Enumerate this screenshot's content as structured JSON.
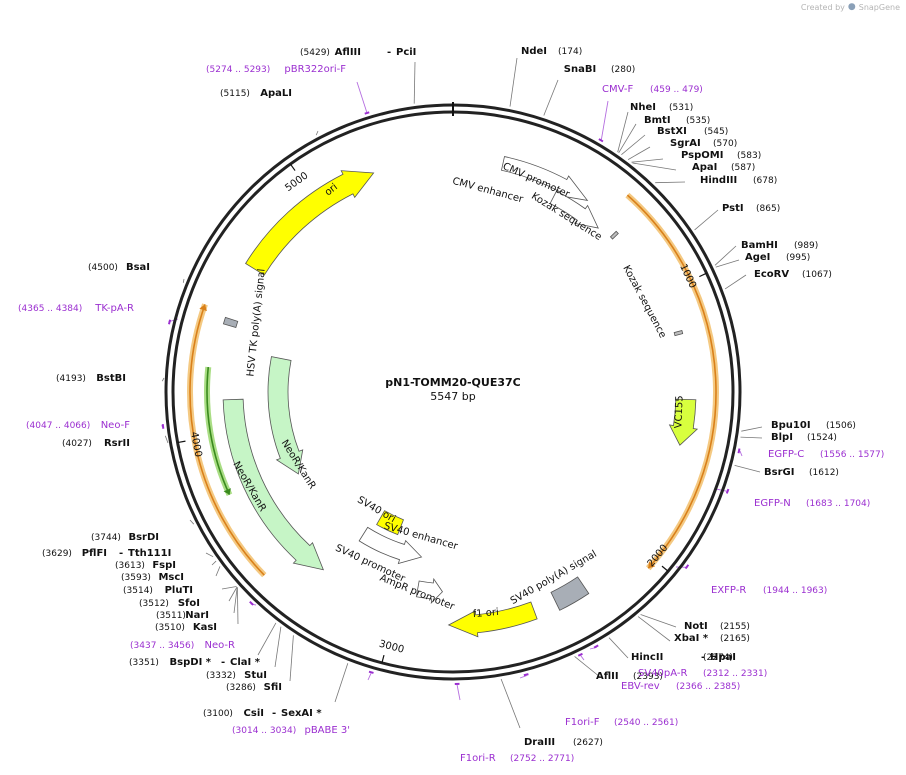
{
  "brand": {
    "created_by": "Created by",
    "name": "SnapGene"
  },
  "plasmid": {
    "name": "pN1-TOMM20-QUE37C",
    "size": "5547 bp"
  },
  "ticks": [
    "1000",
    "2000",
    "3000",
    "4000",
    "5000"
  ],
  "features": [
    {
      "name": "ori",
      "kind": "arrow",
      "color": "#ffff00",
      "start": 4650,
      "end": 5240,
      "strand": "+"
    },
    {
      "name": "CMV enhancer",
      "kind": "arrow",
      "color": "#ffffff",
      "start": 190,
      "end": 540,
      "strand": "+"
    },
    {
      "name": "CMV promoter",
      "kind": "arrow",
      "color": "#ffffff",
      "start": 420,
      "end": 640,
      "strand": "+"
    },
    {
      "name": "Kozak sequence",
      "kind": "box",
      "color": "#bdbdbd",
      "start": 700,
      "end": 712
    },
    {
      "name": "Kozak sequence",
      "kind": "box",
      "color": "#bdbdbd",
      "start": 1155,
      "end": 1167
    },
    {
      "name": "VC155",
      "kind": "arrow",
      "color": "#d8ff3e",
      "start": 1415,
      "end": 1590,
      "strand": "+"
    },
    {
      "name": "SV40 poly(A) signal",
      "kind": "box",
      "color": "#a8aeb6",
      "start": 2250,
      "end": 2372
    },
    {
      "name": "f1 ori",
      "kind": "arrow",
      "color": "#ffff00",
      "start": 2460,
      "end": 2790,
      "strand": "+"
    },
    {
      "name": "AmpR promoter",
      "kind": "arrow",
      "color": "#ffffff",
      "start": 2820,
      "end": 2930,
      "strand": "-"
    },
    {
      "name": "SV40 promoter",
      "kind": "arrow",
      "color": "#ffffff",
      "start": 2940,
      "end": 3270,
      "strand": "-"
    },
    {
      "name": "SV40 ori",
      "kind": "box",
      "color": "#ffff00",
      "start": 3100,
      "end": 3235
    },
    {
      "name": "SV40 enhancer",
      "kind": "text"
    },
    {
      "name": "NeoR/KanR",
      "kind": "arrow",
      "color": "#c6f5c6",
      "start": 3330,
      "end": 4130,
      "strand": "-"
    },
    {
      "name": "NeoR/KanR",
      "kind": "arrow",
      "color": "#c6f5c6",
      "start": 3730,
      "end": 4330,
      "strand": "-"
    },
    {
      "name": "HSV TK poly(A) signal",
      "kind": "box",
      "color": "#a8aeb6",
      "start": 4415,
      "end": 4440
    }
  ],
  "orfs": [
    {
      "start": 640,
      "end": 2035,
      "strand": "+"
    },
    {
      "start": 3480,
      "end": 4460,
      "strand": "+"
    },
    {
      "start": 3780,
      "end": 4250,
      "strand": "-"
    }
  ],
  "enzymes": [
    {
      "name": "AflIII",
      "pos": "(5429)",
      "name2": "PciI"
    },
    {
      "name": "NdeI",
      "pos": "(174)"
    },
    {
      "name": "SnaBI",
      "pos": "(280)"
    },
    {
      "name": "NheI",
      "pos": "(531)"
    },
    {
      "name": "BmtI",
      "pos": "(535)"
    },
    {
      "name": "BstXI",
      "pos": "(545)"
    },
    {
      "name": "SgrAI",
      "pos": "(570)"
    },
    {
      "name": "PspOMI",
      "pos": "(583)"
    },
    {
      "name": "ApaI",
      "pos": "(587)"
    },
    {
      "name": "HindIII",
      "pos": "(678)"
    },
    {
      "name": "PstI",
      "pos": "(865)"
    },
    {
      "name": "BamHI",
      "pos": "(989)"
    },
    {
      "name": "AgeI",
      "pos": "(995)"
    },
    {
      "name": "EcoRV",
      "pos": "(1067)"
    },
    {
      "name": "Bpu10I",
      "pos": "(1506)"
    },
    {
      "name": "BlpI",
      "pos": "(1524)"
    },
    {
      "name": "BsrGI",
      "pos": "(1612)"
    },
    {
      "name": "NotI",
      "pos": "(2155)"
    },
    {
      "name": "XbaI *",
      "pos": "(2165)"
    },
    {
      "name": "HincII",
      "pos": "(2274)",
      "name2": "HpaI"
    },
    {
      "name": "AflII",
      "pos": "(2393)"
    },
    {
      "name": "DraIII",
      "pos": "(2627)"
    },
    {
      "name": "CsiI",
      "pos": "(3100)",
      "name2": "SexAI *"
    },
    {
      "name": "SfiI",
      "pos": "(3286)"
    },
    {
      "name": "StuI",
      "pos": "(3332)"
    },
    {
      "name": "BspDI *",
      "pos": "(3351)",
      "name2": "ClaI *"
    },
    {
      "name": "KasI",
      "pos": "(3510)"
    },
    {
      "name": "NarI",
      "pos": "(3511)"
    },
    {
      "name": "SfoI",
      "pos": "(3512)"
    },
    {
      "name": "PluTI",
      "pos": "(3514)"
    },
    {
      "name": "MscI",
      "pos": "(3593)"
    },
    {
      "name": "FspI",
      "pos": "(3613)"
    },
    {
      "name": "PflFI",
      "pos": "(3629)",
      "name2": "Tth111I"
    },
    {
      "name": "BsrDI",
      "pos": "(3744)"
    },
    {
      "name": "RsrII",
      "pos": "(4027)"
    },
    {
      "name": "BstBI",
      "pos": "(4193)"
    },
    {
      "name": "BsaI",
      "pos": "(4500)"
    },
    {
      "name": "ApaLI",
      "pos": "(5115)"
    }
  ],
  "primers": [
    {
      "name": "pBR322ori-F",
      "pos": "(5274 .. 5293)"
    },
    {
      "name": "CMV-F",
      "pos": "(459 .. 479)"
    },
    {
      "name": "EGFP-C",
      "pos": "(1556 .. 1577)"
    },
    {
      "name": "EGFP-N",
      "pos": "(1683 .. 1704)"
    },
    {
      "name": "EXFP-R",
      "pos": "(1944 .. 1963)"
    },
    {
      "name": "SV40pA-R",
      "pos": "(2312 .. 2331)"
    },
    {
      "name": "EBV-rev",
      "pos": "(2366 .. 2385)"
    },
    {
      "name": "F1ori-F",
      "pos": "(2540 .. 2561)"
    },
    {
      "name": "F1ori-R",
      "pos": "(2752 .. 2771)"
    },
    {
      "name": "pBABE 3'",
      "pos": "(3014 .. 3034)"
    },
    {
      "name": "Neo-R",
      "pos": "(3437 .. 3456)"
    },
    {
      "name": "Neo-F",
      "pos": "(4047 .. 4066)"
    },
    {
      "name": "TK-pA-R",
      "pos": "(4365 .. 4384)"
    }
  ]
}
